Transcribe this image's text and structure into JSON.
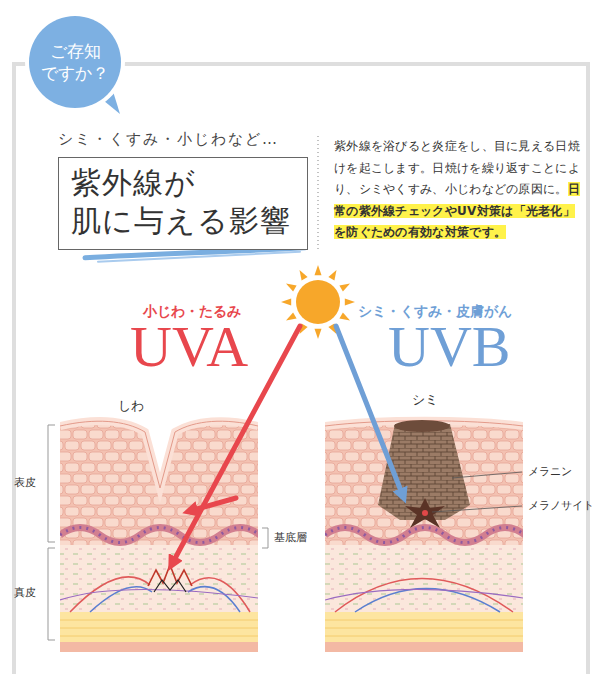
{
  "diagram": {
    "nodes": [
      {
        "text": [
          "ご存知 ですか？"
        ]
      },
      {
        "text": [
          "シミ・くすみ・小じわなど…",
          "紫外線が 肌に与える影響"
        ]
      }
    ],
    "labels": [
      "紫外線を浴びると炎症をし、目に見える日焼けを起こします。日焼けを繰り返すことにより、シミやくすみ、小じわなどの原因に。",
      "日常の紫外線チェックやUV対策は「光老化」を防ぐための有効な対策です。",
      "小じわ・たるみ",
      "UVA",
      "シミ・くすみ・皮膚がん",
      "UVB",
      "しわ",
      "表皮",
      "真皮",
      "基底層",
      "シミ",
      "メラニン",
      "メラノサイト"
    ]
  }
}
